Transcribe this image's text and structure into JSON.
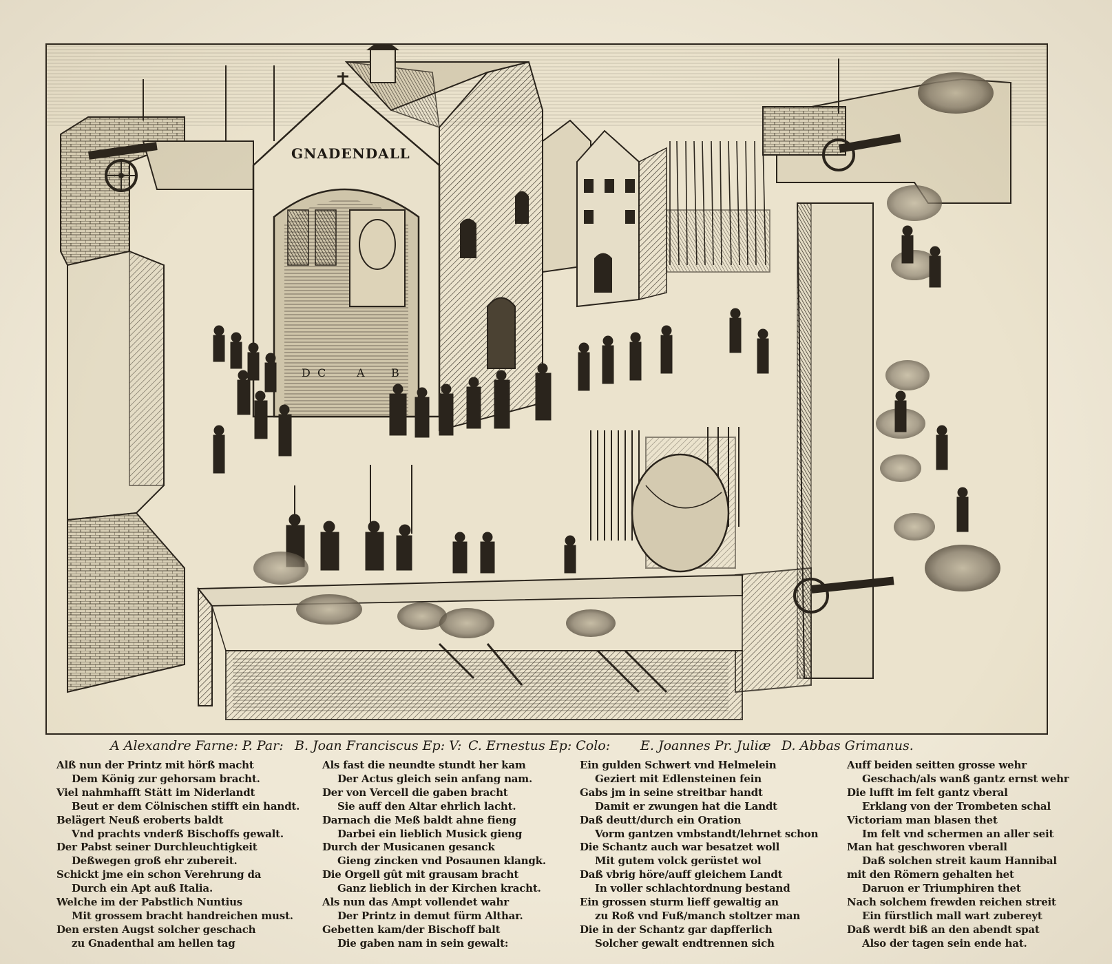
{
  "engraving": {
    "church_label": "GNADENDALL",
    "figure_letters": [
      "D",
      "C",
      "A",
      "B"
    ]
  },
  "legend": [
    "A Alexandre Farne: P. Par:",
    "B. Joan Franciscus Ep: V:",
    "C. Ernestus Ep: Colo:",
    "E. Joannes Pr. Juliæ",
    "D. Abbas Grimanus."
  ],
  "verses": [
    [
      "Alß nun der Printz mit hörß macht",
      "Dem König zur gehorsam bracht.",
      "Viel nahmhafft Stätt im Niderlandt",
      "Beut er dem Cölnischen stifft ein handt.",
      "Belägert Neuß eroberts baldt",
      "Vnd prachts vnderß Bischoffs gewalt.",
      "Der Pabst seiner Durchleuchtigkeit",
      "Deßwegen groß ehr zubereit.",
      "Schickt jme ein schon Verehrung da",
      "Durch ein Apt auß Italia.",
      "Welche im der Pabstlich Nuntius",
      "Mit grossem bracht handreichen must.",
      "Den ersten Augst solcher geschach",
      "zu Gnadenthal am hellen tag"
    ],
    [
      "Als fast die neundte stundt her kam",
      "Der Actus gleich sein anfang nam.",
      "Der von Vercell die gaben bracht",
      "Sie auff den Altar ehrlich lacht.",
      "Darnach die Meß baldt ahne fieng",
      "Darbei ein lieblich Musick gieng",
      "Durch der Musicanen gesanck",
      "Gieng zincken vnd Posaunen klangk.",
      "Die Orgell gût mit grausam bracht",
      "Ganz lieblich in der Kirchen kracht.",
      "Als nun das Ampt vollendet wahr",
      "Der Printz in demut fürm Althar.",
      "Gebetten kam/der Bischoff balt",
      "Die gaben nam in sein gewalt:"
    ],
    [
      "Ein gulden Schwert vnd Helmelein",
      "Geziert mit Edlensteinen fein",
      "Gabs jm in seine streitbar handt",
      "Damit er zwungen hat die Landt",
      "Daß deutt/durch ein Oration",
      "Vorm gantzen vmbstandt/lehrnet schon",
      "Die Schantz auch war besatzet woll",
      "Mit gutem volck gerüstet wol",
      "Daß vbrig höre/auff gleichem Landt",
      "In voller schlachtordnung bestand",
      "Ein grossen sturm lieff gewaltig an",
      "zu Roß vnd Fuß/manch stoltzer man",
      "Die in der Schantz gar dapfferlich",
      "Solcher gewalt endtrennen sich"
    ],
    [
      "Auff beiden seitten grosse wehr",
      "Geschach/als wanß gantz ernst wehr",
      "Die lufft im felt gantz vberal",
      "Erklang von der Trombeten schal",
      "Victoriam man blasen thet",
      "Im felt vnd schermen an aller seit",
      "Man hat geschworen vberall",
      "Daß solchen streit kaum Hannibal",
      "mit den Römern gehalten het",
      "Daruon er Triumphiren thet",
      "Nach solchem frewden reichen streit",
      "Ein fürstlich mall wart zubereyt",
      "Daß werdt biß an den abendt spat",
      "Also der tagen sein ende hat."
    ]
  ]
}
